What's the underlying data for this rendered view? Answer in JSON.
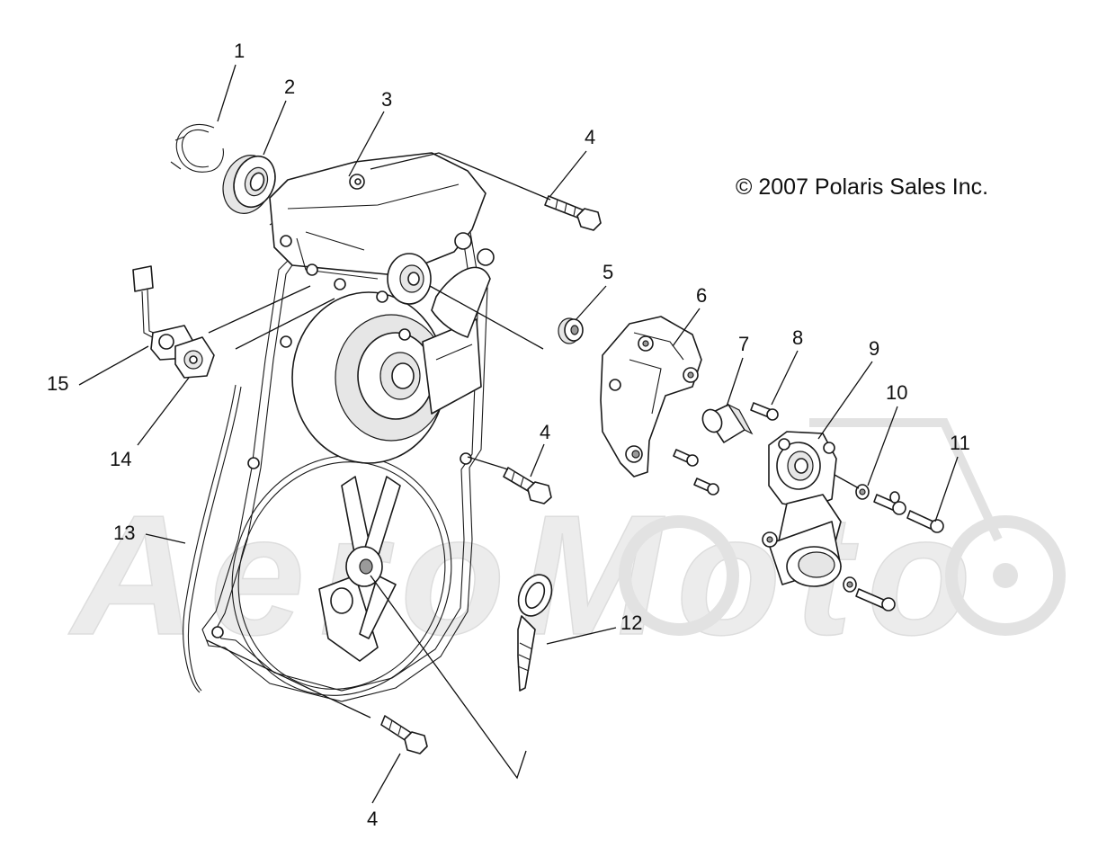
{
  "copyright": "© 2007 Polaris Sales Inc.",
  "watermark": "AeroMoto",
  "callouts": [
    {
      "id": "1",
      "label": "1"
    },
    {
      "id": "2",
      "label": "2"
    },
    {
      "id": "3",
      "label": "3"
    },
    {
      "id": "4a",
      "label": "4"
    },
    {
      "id": "5",
      "label": "5"
    },
    {
      "id": "6",
      "label": "6"
    },
    {
      "id": "7",
      "label": "7"
    },
    {
      "id": "8",
      "label": "8"
    },
    {
      "id": "9",
      "label": "9"
    },
    {
      "id": "10",
      "label": "10"
    },
    {
      "id": "11",
      "label": "11"
    },
    {
      "id": "4b",
      "label": "4"
    },
    {
      "id": "12",
      "label": "12"
    },
    {
      "id": "13",
      "label": "13"
    },
    {
      "id": "14",
      "label": "14"
    },
    {
      "id": "15",
      "label": "15"
    },
    {
      "id": "4c",
      "label": "4"
    }
  ]
}
